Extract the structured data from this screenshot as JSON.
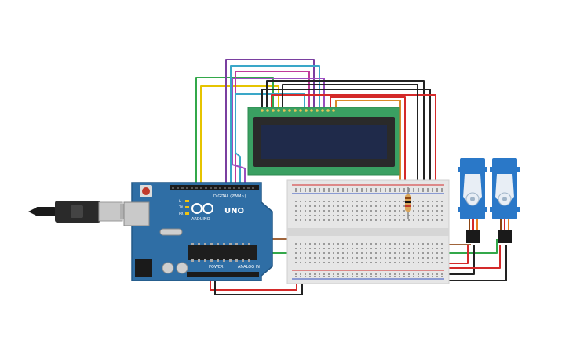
{
  "arduino": {
    "brand": "UNO",
    "logo_text": "ARDUINO",
    "digital_label": "DIGITAL (PWM~)",
    "power_label": "POWER",
    "analog_label": "ANALOG IN",
    "tx_label": "TX",
    "rx_label": "RX",
    "l_label": "L"
  },
  "icons": {
    "usb": "usb-cable-icon",
    "lcd": "lcd-16x2-icon",
    "servo": "servo-motor-icon",
    "resistor": "resistor-icon",
    "breadboard": "breadboard-icon"
  },
  "colors": {
    "board": "#2f6ea5",
    "board_dark": "#235887",
    "lcd_pcb": "#3aa062",
    "lcd_screen": "#1f2a4a",
    "servo": "#2a78c8",
    "breadboard": "#e6e6e6",
    "wire_red": "#d42a2a",
    "wire_black": "#222222",
    "wire_green": "#33a84a",
    "wire_yellow": "#e6c400",
    "wire_purple": "#7a3fa0",
    "wire_blue": "#3aa7c8",
    "wire_magenta": "#c03a9a",
    "wire_orange": "#d98a2a"
  }
}
